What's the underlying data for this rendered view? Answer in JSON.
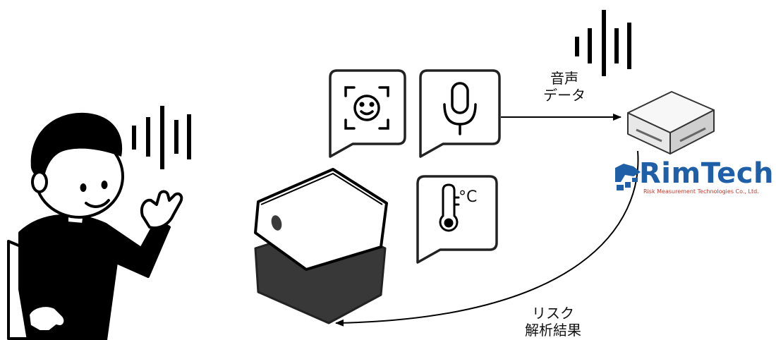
{
  "labels": {
    "audio_line1": "音声",
    "audio_line2": "データ",
    "result_line1": "リスク",
    "result_line2": "解析結果"
  },
  "sensor_card_labels": {
    "temperature_unit": "°C"
  },
  "brand": {
    "name": "RimTech",
    "tagline": "Risk Measurement Technologies Co., Ltd.",
    "color": "#1f5fa8",
    "tagline_color": "#c0392b"
  },
  "icons": [
    "person-waving-icon",
    "sound-wave-icon",
    "face-scan-icon",
    "microphone-icon",
    "thermometer-icon",
    "sensor-device-icon",
    "server-box-icon",
    "rimtech-logo"
  ]
}
